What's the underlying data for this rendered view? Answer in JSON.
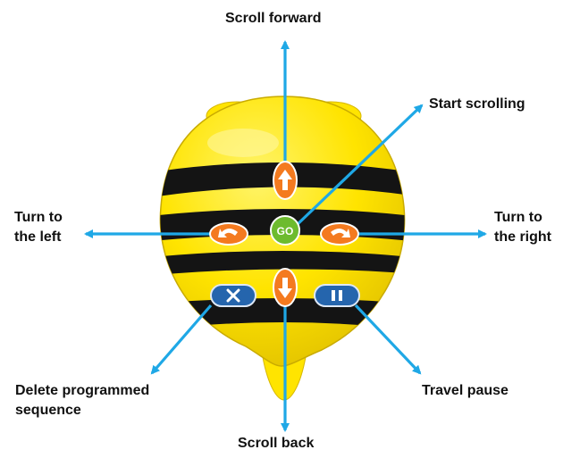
{
  "colors": {
    "arrow": "#1fa8e6",
    "body_yellow": "#ffe400",
    "stripe_black": "#141414",
    "button_orange": "#f47a1f",
    "go_green": "#6dbb2e",
    "button_blue": "#2565ad"
  },
  "labels": {
    "forward": "Scroll forward",
    "start": "Start scrolling",
    "left_line1": "Turn to",
    "left_line2": "the left",
    "right_line1": "Turn to",
    "right_line2": "the right",
    "delete_line1": "Delete programmed",
    "delete_line2": "sequence",
    "pause": "Travel pause",
    "back": "Scroll back"
  },
  "buttons": {
    "go_text": "GO",
    "forward_icon": "arrow-up-icon",
    "back_icon": "arrow-down-icon",
    "left_icon": "turn-left-icon",
    "right_icon": "turn-right-icon",
    "clear_icon": "x-icon",
    "pause_icon": "pause-icon"
  }
}
